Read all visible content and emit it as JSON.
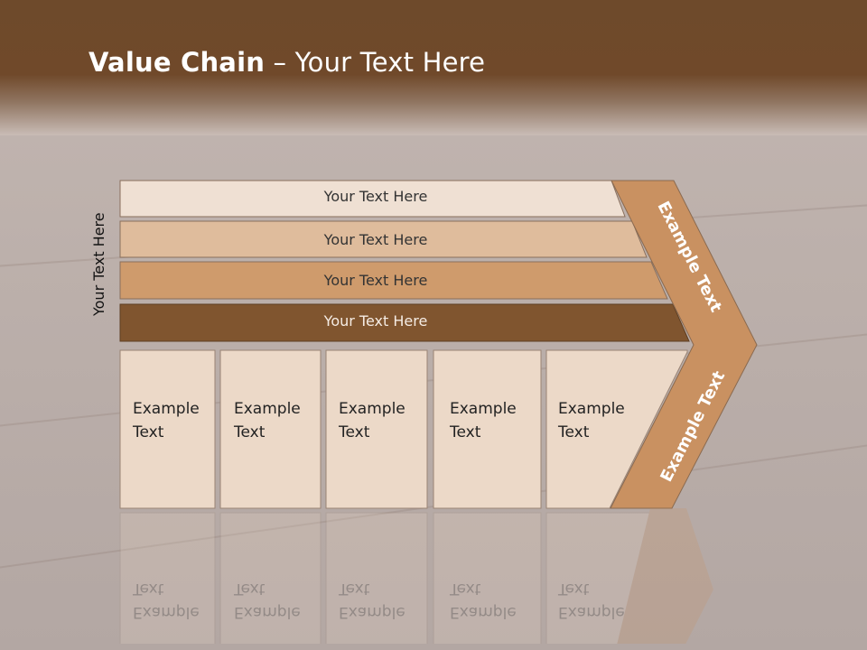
{
  "slide": {
    "title_bold": "Value Chain",
    "title_rest": " – Your Text Here",
    "side_label": "Your Text Here"
  },
  "bars": [
    {
      "label": "Your Text Here",
      "color": "#efe0d3"
    },
    {
      "label": "Your Text Here",
      "color": "#dfbc9c"
    },
    {
      "label": "Your Text Here",
      "color": "#cf9b6c"
    },
    {
      "label": "Your Text Here",
      "color": "#80552f"
    }
  ],
  "columns": [
    {
      "label": "Example\nText"
    },
    {
      "label": "Example\nText"
    },
    {
      "label": "Example\nText"
    },
    {
      "label": "Example\nText"
    },
    {
      "label": "Example\nText"
    }
  ],
  "chevron": {
    "upper_label": "Example Text",
    "lower_label": "Example Text",
    "color": "#c99161"
  },
  "colors": {
    "header_brown": "#70492a",
    "column_fill": "#ecd9c8"
  }
}
